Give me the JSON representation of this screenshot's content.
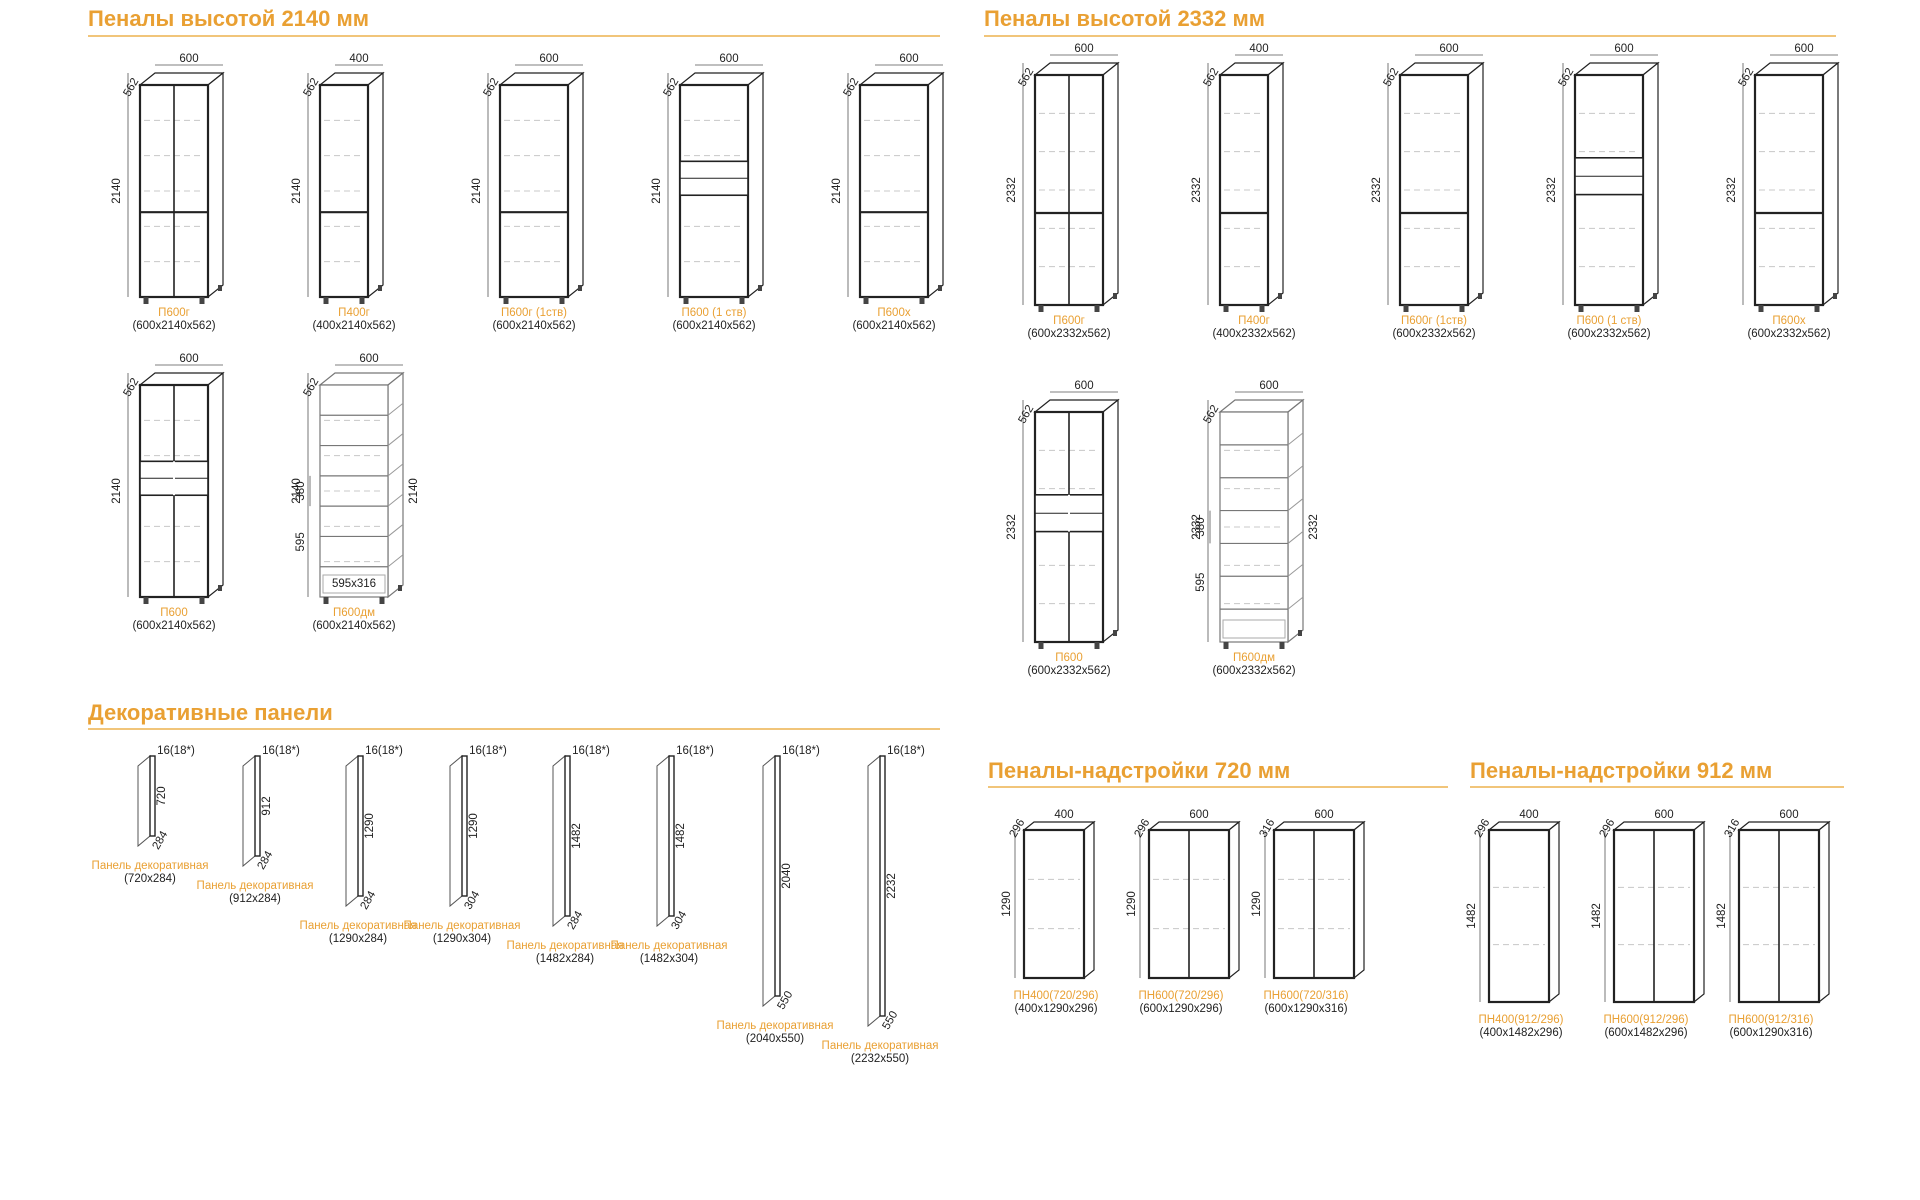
{
  "colors": {
    "accent": "#e9a033",
    "rule": "#f1c57a",
    "outline": "#222222",
    "hidden": "#c8c8c8",
    "text": "#222222"
  },
  "sections": [
    {
      "title": "Пеналы высотой 2140 мм"
    },
    {
      "title": "Пеналы высотой 2332 мм"
    },
    {
      "title": "Декоративные панели"
    },
    {
      "title": "Пеналы-надстройки 720 мм"
    },
    {
      "title": "Пеналы-надстройки 912 мм"
    }
  ],
  "cabinets": [
    {
      "name": "П600г",
      "size": "(600х2140х562)",
      "w": "600",
      "d": "562",
      "h": "2140",
      "style": "2door-low"
    },
    {
      "name": "П400г",
      "size": "(400х2140х562)",
      "w": "400",
      "d": "562",
      "h": "2140",
      "style": "1door-low"
    },
    {
      "name": "П600г (1ств)",
      "size": "(600х2140х562)",
      "w": "600",
      "d": "562",
      "h": "2140",
      "style": "1door-low"
    },
    {
      "name": "П600 (1 ств)",
      "size": "(600х2140х562)",
      "w": "600",
      "d": "562",
      "h": "2140",
      "style": "oven"
    },
    {
      "name": "П600х",
      "size": "(600х2140х562)",
      "w": "600",
      "d": "562",
      "h": "2140",
      "style": "fridge"
    },
    {
      "name": "П600",
      "size": "(600х2140х562)",
      "w": "600",
      "d": "562",
      "h": "2140",
      "style": "oven2"
    },
    {
      "name": "П600дм",
      "size": "(600х2140х562)",
      "w": "600",
      "d": "562",
      "h": "2140",
      "h1": "380",
      "h2": "595",
      "inner": "595х316",
      "style": "frame"
    },
    {
      "name": "П600г",
      "size": "(600х2332х562)",
      "w": "600",
      "d": "562",
      "h": "2332",
      "style": "2door-low"
    },
    {
      "name": "П400г",
      "size": "(400х2332х562)",
      "w": "400",
      "d": "562",
      "h": "2332",
      "style": "1door-low"
    },
    {
      "name": "П600г (1ств)",
      "size": "(600х2332х562)",
      "w": "600",
      "d": "562",
      "h": "2332",
      "style": "1door-low"
    },
    {
      "name": "П600 (1 ств)",
      "size": "(600х2332х562)",
      "w": "600",
      "d": "562",
      "h": "2332",
      "style": "oven"
    },
    {
      "name": "П600х",
      "size": "(600х2332х562)",
      "w": "600",
      "d": "562",
      "h": "2332",
      "style": "fridge"
    },
    {
      "name": "П600",
      "size": "(600х2332х562)",
      "w": "600",
      "d": "562",
      "h": "2332",
      "style": "oven2"
    },
    {
      "name": "П600дм",
      "size": "(600х2332х562)",
      "w": "600",
      "d": "562",
      "h": "2332",
      "h1": "380",
      "h2": "595",
      "style": "frame"
    }
  ],
  "panels": [
    {
      "name": "Панель декоративная",
      "size": "(720х284)",
      "h": "720",
      "d": "284",
      "t": "16(18*)"
    },
    {
      "name": "Панель декоративная",
      "size": "(912х284)",
      "h": "912",
      "d": "284",
      "t": "16(18*)"
    },
    {
      "name": "Панель декоративная",
      "size": "(1290х284)",
      "h": "1290",
      "d": "284",
      "t": "16(18*)"
    },
    {
      "name": "Панель декоративная",
      "size": "(1290х304)",
      "h": "1290",
      "d": "304",
      "t": "16(18*)"
    },
    {
      "name": "Панель декоративная",
      "size": "(1482х284)",
      "h": "1482",
      "d": "284",
      "t": "16(18*)"
    },
    {
      "name": "Панель декоративная",
      "size": "(1482х304)",
      "h": "1482",
      "d": "304",
      "t": "16(18*)"
    },
    {
      "name": "Панель декоративная",
      "size": "(2040х550)",
      "h": "2040",
      "d": "550",
      "t": "16(18*)"
    },
    {
      "name": "Панель декоративная",
      "size": "(2232х550)",
      "h": "2232",
      "d": "550",
      "t": "16(18*)"
    }
  ],
  "toppers": [
    {
      "name": "ПН400(720/296)",
      "size": "(400х1290х296)",
      "w": "400",
      "d": "296",
      "h": "1290",
      "doors": 1
    },
    {
      "name": "ПН600(720/296)",
      "size": "(600х1290х296)",
      "w": "600",
      "d": "296",
      "h": "1290",
      "doors": 2
    },
    {
      "name": "ПН600(720/316)",
      "size": "(600х1290х316)",
      "w": "600",
      "d": "316",
      "h": "1290",
      "doors": 2
    },
    {
      "name": "ПН400(912/296)",
      "size": "(400х1482х296)",
      "w": "400",
      "d": "296",
      "h": "1482",
      "doors": 1
    },
    {
      "name": "ПН600(912/296)",
      "size": "(600х1482х296)",
      "w": "600",
      "d": "296",
      "h": "1482",
      "doors": 2
    },
    {
      "name": "ПН600(912/316)",
      "size": "(600х1290х316)",
      "w": "600",
      "d": "316",
      "h": "1482",
      "doors": 2
    }
  ]
}
